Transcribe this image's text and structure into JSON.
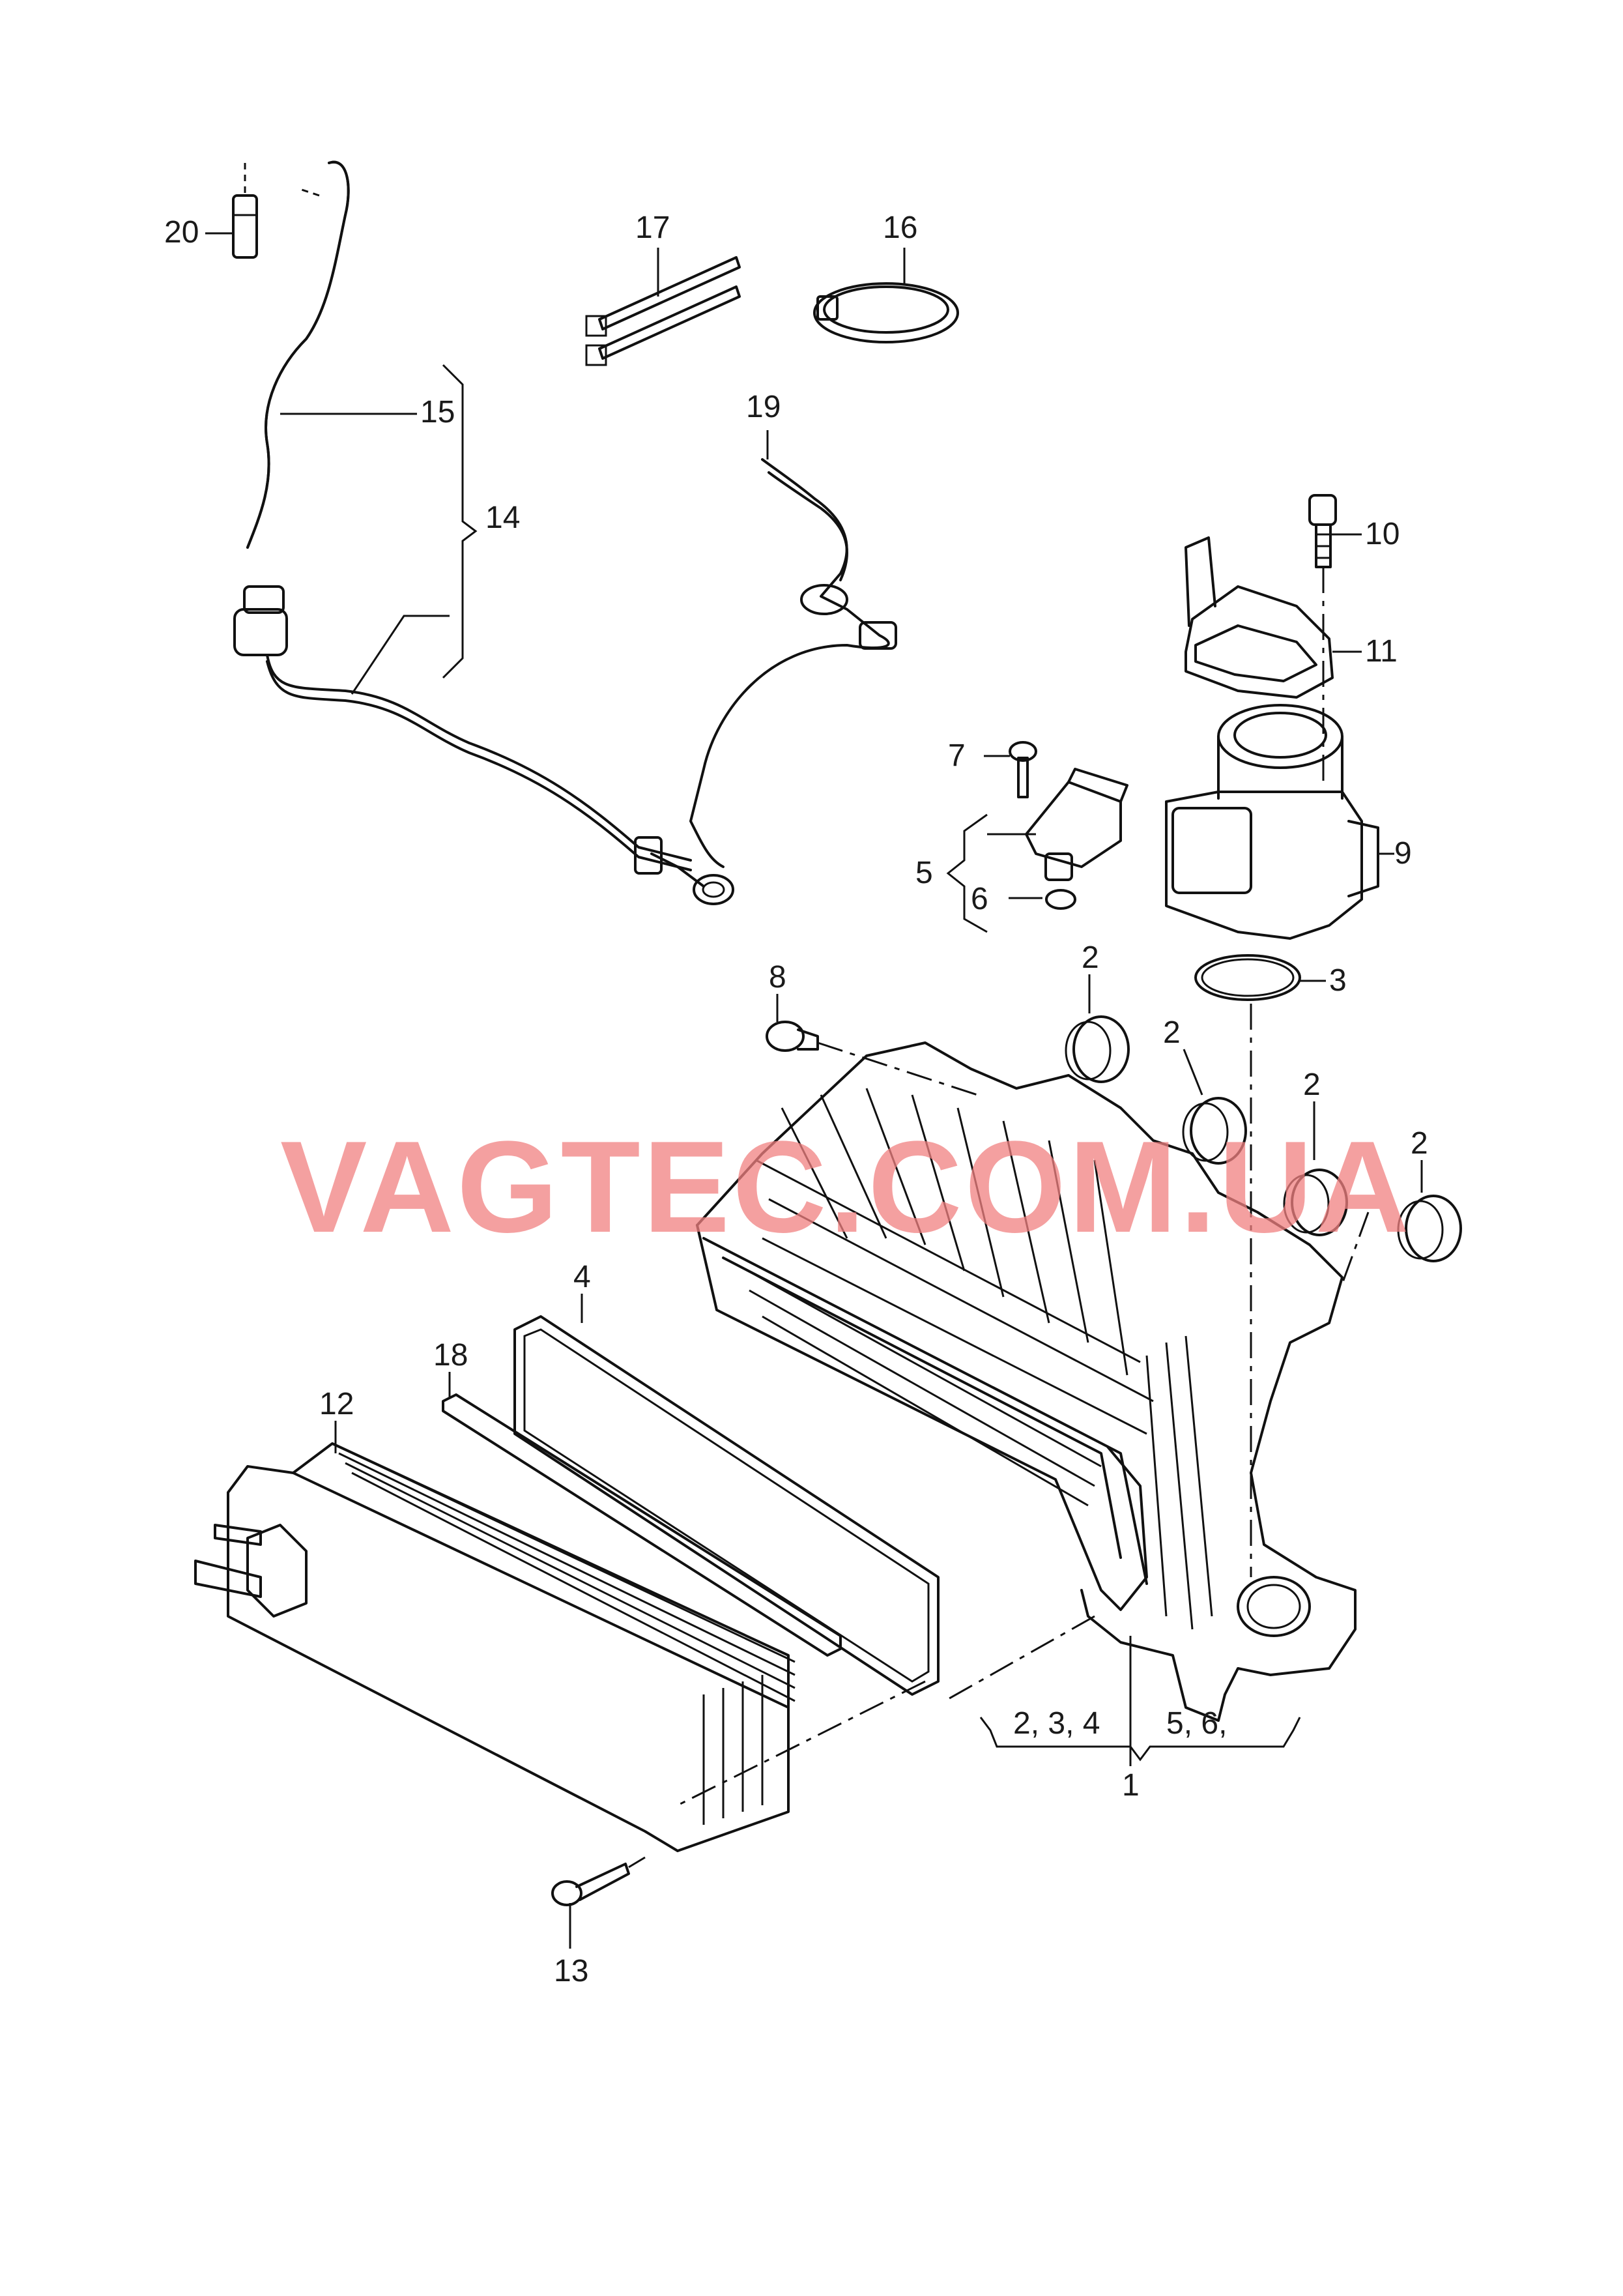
{
  "watermark": "VAGTEC.COM.UA",
  "callouts": {
    "p1": "1",
    "p2a": "2",
    "p2b": "2",
    "p2c": "2",
    "p2d": "2",
    "p3": "3",
    "p4": "4",
    "p5": "5",
    "p6": "6",
    "p7": "7",
    "p8": "8",
    "p9": "9",
    "p10": "10",
    "p11": "11",
    "p12": "12",
    "p13": "13",
    "p14": "14",
    "p15": "15",
    "p16": "16",
    "p17": "17",
    "p18": "18",
    "p19": "19",
    "p20": "20",
    "group_left": "2, 3, 4",
    "group_right": "5, 6,"
  },
  "colors": {
    "line": "#111111",
    "watermark": "#f08080"
  }
}
